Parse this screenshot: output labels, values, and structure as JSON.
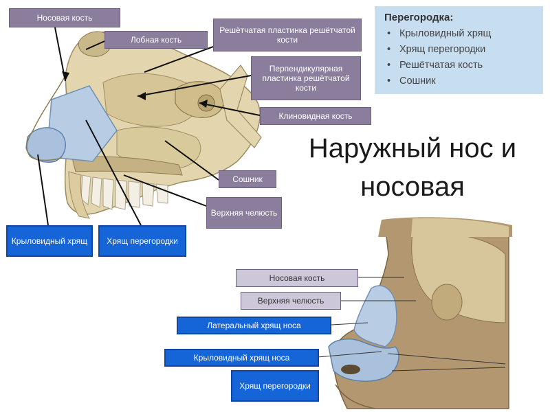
{
  "info_box": {
    "title": "Перегородка:",
    "items": [
      "Крыловидный хрящ",
      "Хрящ перегородки",
      "Решётчатая кость",
      "Сошник"
    ]
  },
  "title": "Наружный нос и носовая перегородка",
  "labels_top": {
    "nasal_bone": "Носовая кость",
    "frontal_bone": "Лобная кость",
    "ethmoid_plate": "Решётчатая пластинка решётчатой кости",
    "perpendicular_plate": "Перпендикулярная пластинка решётчатой кости",
    "sphenoid_bone": "Клиновидная кость",
    "vomer": "Сошник",
    "maxilla": "Верхняя челюсть",
    "alar_cartilage": "Крыловидный хрящ",
    "septal_cartilage": "Хрящ перегородки"
  },
  "labels_bottom": {
    "nasal_bone": "Носовая кость",
    "maxilla": "Верхняя челюсть",
    "lateral_cartilage": "Латеральный хрящ носа",
    "alar_cartilage": "Крыловидный хрящ носа",
    "septal_cartilage": "Хрящ перегородки"
  },
  "colors": {
    "gray_label": "#8a7e9c",
    "blue_label": "#1565d8",
    "info_bg": "#c7ddf0",
    "cartilage": "#b8cde4",
    "bone": "#e0d3aa"
  }
}
